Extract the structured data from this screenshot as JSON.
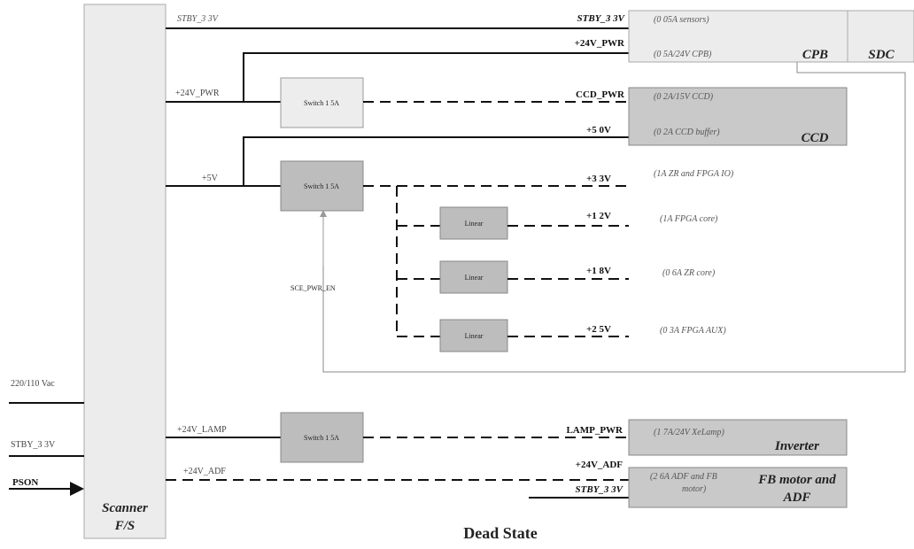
{
  "title": "Dead State",
  "psu": {
    "line1": "Scanner",
    "line2": "F/S"
  },
  "inputs": {
    "ac": "220/110 Vac",
    "stby": "STBY_3 3V",
    "pson": "PSON"
  },
  "psu_rails": {
    "stby": "STBY_3 3V",
    "pwr24": "+24V_PWR",
    "v5": "+5V",
    "lamp24": "+24V_LAMP",
    "adf24": "+24V_ADF"
  },
  "switches": {
    "ccd": "Switch 1 5A",
    "main": "Switch 1 5A",
    "lamp": "Switch 1 5A"
  },
  "linears": {
    "l12": "Linear",
    "l18": "Linear",
    "l25": "Linear"
  },
  "enable_signal": "SCE_PWR_EN",
  "rails": {
    "stby": "STBY_3 3V",
    "pwr24": "+24V_PWR",
    "ccd_pwr": "CCD_PWR",
    "v50": "+5 0V",
    "v33": "+3 3V",
    "v12": "+1 2V",
    "v18": "+1 8V",
    "v25": "+2 5V",
    "lamp_pwr": "LAMP_PWR",
    "adf24": "+24V_ADF",
    "adf_stby": "STBY_3 3V"
  },
  "loads": {
    "sensors": "(0 05A sensors)",
    "cpb": "(0 5A/24V CPB)",
    "ccd": "(0 2A/15V CCD)",
    "ccd_buffer": "(0 2A CCD buffer)",
    "zr_fpga_io": "(1A ZR and FPGA IO)",
    "fpga_core": "(1A FPGA core)",
    "zr_core": "(0 6A ZR core)",
    "fpga_aux": "(0 3A FPGA AUX)",
    "xelamp": "(1 7A/24V XeLamp)",
    "adf_fb_1": "(2 6A ADF and FB",
    "adf_fb_2": "motor)"
  },
  "boards": {
    "cpb": "CPB",
    "sdc": "SDC",
    "ccd": "CCD",
    "inverter": "Inverter",
    "fb_adf_1": "FB motor and",
    "fb_adf_2": "ADF"
  },
  "colors": {
    "psu_fill": "#ececec",
    "board_light": "#ececec",
    "board_dark": "#c9c9c9",
    "switch_light": "#ededed",
    "switch_dark": "#bdbdbd",
    "linear": "#bdbdbd",
    "line": "#111111"
  }
}
